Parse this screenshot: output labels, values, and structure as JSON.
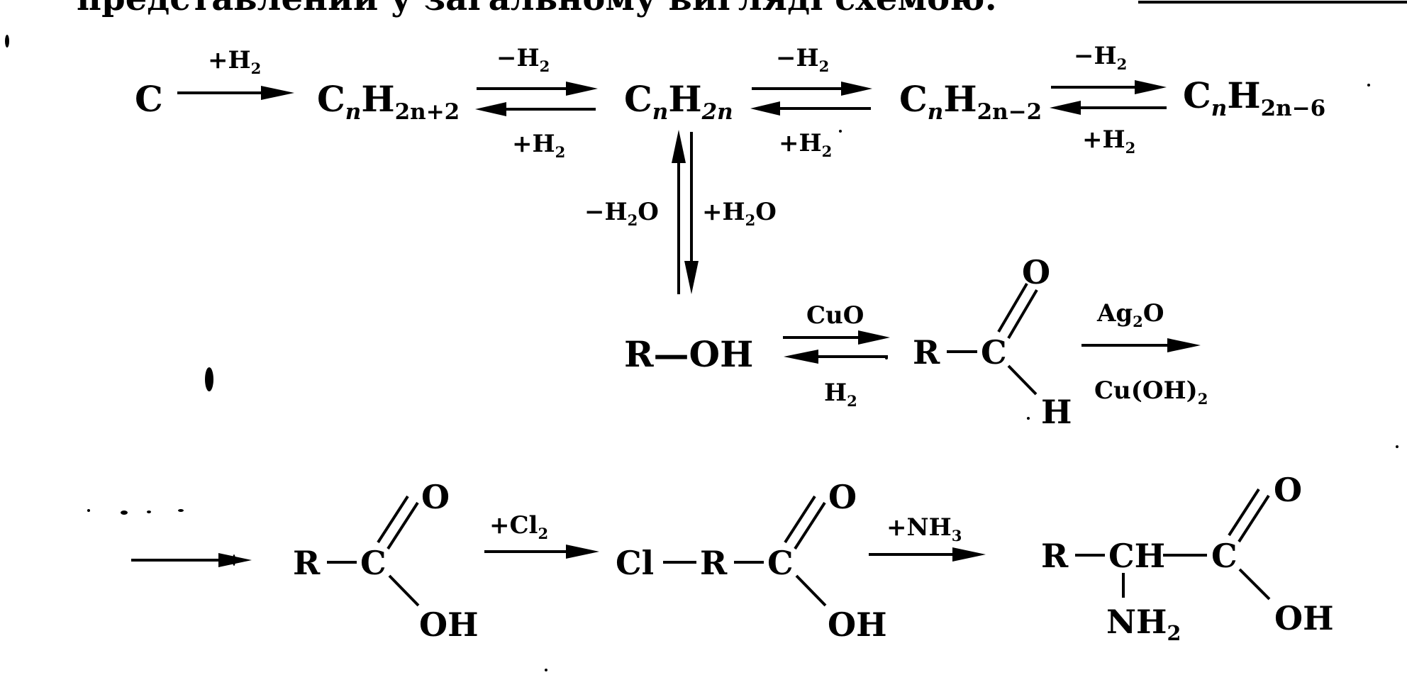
{
  "header_text": "представлений у загальному вигляді схемою:",
  "formulas": {
    "c": "C",
    "alkane": {
      "main": "C",
      "n": "n",
      "h": "H",
      "sub": "2n+2"
    },
    "alkene": {
      "main": "C",
      "n": "n",
      "h": "H",
      "sub": "2n"
    },
    "alkyne": {
      "main": "C",
      "n": "n",
      "h": "H",
      "sub": "2n−2"
    },
    "arene": {
      "main": "C",
      "n": "n",
      "h": "H",
      "sub": "2n−6"
    }
  },
  "conditions": {
    "plus_h2": "+H",
    "minus_h2": "−H",
    "h2_sub": "2",
    "minus_h2o": "−H",
    "plus_h2o": "+H",
    "h2o_sub": "2",
    "o": "O",
    "cuo": "CuO",
    "h2_main": "H",
    "ag2o_ag": "Ag",
    "ag2o_sub": "2",
    "ag2o_o": "O",
    "cuoh2_main": "Cu(OH)",
    "cuoh2_sub": "2",
    "plus_cl2": "+Cl",
    "cl2_sub": "2",
    "plus_nh3": "+NH",
    "nh3_sub": "3"
  },
  "groups": {
    "r": "R",
    "oh_alcohol": "R—OH",
    "c": "C",
    "o": "O",
    "h": "H",
    "oh": "OH",
    "cl": "Cl",
    "ch": "CH",
    "nh2_main": "NH",
    "nh2_sub": "2"
  }
}
